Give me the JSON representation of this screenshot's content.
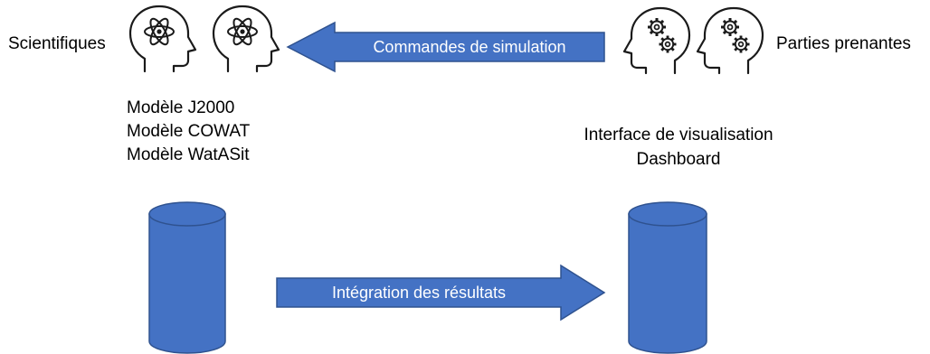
{
  "left": {
    "role_label": "Scientifiques",
    "models": [
      "Modèle J2000",
      "Modèle COWAT",
      "Modèle WatASit"
    ],
    "icons": [
      "atom-head-icon",
      "atom-head-icon"
    ]
  },
  "right": {
    "role_label": "Parties prenantes",
    "tools": [
      "Interface de visualisation",
      "Dashboard"
    ],
    "icons": [
      "gears-head-icon",
      "gears-head-icon"
    ]
  },
  "arrows": {
    "top_label": "Commandes de simulation",
    "bottom_label": "Intégration des résultats"
  },
  "colors": {
    "fill": "#4472C4",
    "stroke": "#2F528F",
    "outline": "#1a1a1a"
  }
}
